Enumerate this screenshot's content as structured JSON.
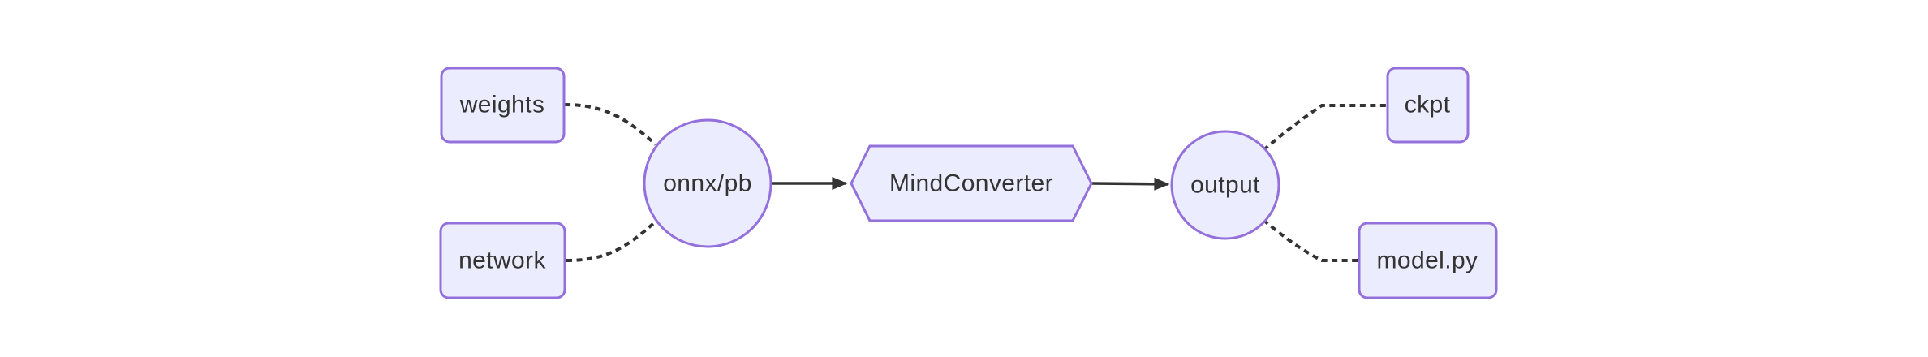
{
  "diagram": {
    "type": "flowchart",
    "direction": "left-to-right",
    "nodes": [
      {
        "id": "weights",
        "label": "weights",
        "shape": "rounded-rect"
      },
      {
        "id": "network",
        "label": "network",
        "shape": "rounded-rect"
      },
      {
        "id": "onnx_pb",
        "label": "onnx/pb",
        "shape": "circle"
      },
      {
        "id": "mindconverter",
        "label": "MindConverter",
        "shape": "hexagon"
      },
      {
        "id": "output",
        "label": "output",
        "shape": "circle"
      },
      {
        "id": "ckpt",
        "label": "ckpt",
        "shape": "rounded-rect"
      },
      {
        "id": "model_py",
        "label": "model.py",
        "shape": "rounded-rect"
      }
    ],
    "edges": [
      {
        "from": "weights",
        "to": "onnx_pb",
        "style": "dotted",
        "arrow": false
      },
      {
        "from": "network",
        "to": "onnx_pb",
        "style": "dotted",
        "arrow": false
      },
      {
        "from": "onnx_pb",
        "to": "mindconverter",
        "style": "solid",
        "arrow": true
      },
      {
        "from": "mindconverter",
        "to": "output",
        "style": "solid",
        "arrow": true
      },
      {
        "from": "output",
        "to": "ckpt",
        "style": "dotted",
        "arrow": false
      },
      {
        "from": "output",
        "to": "model_py",
        "style": "dotted",
        "arrow": false
      }
    ],
    "colors": {
      "node_fill": "#ECECFF",
      "node_border": "#9370DB",
      "edge": "#333333",
      "text": "#333333",
      "background": "#FFFFFF"
    }
  }
}
